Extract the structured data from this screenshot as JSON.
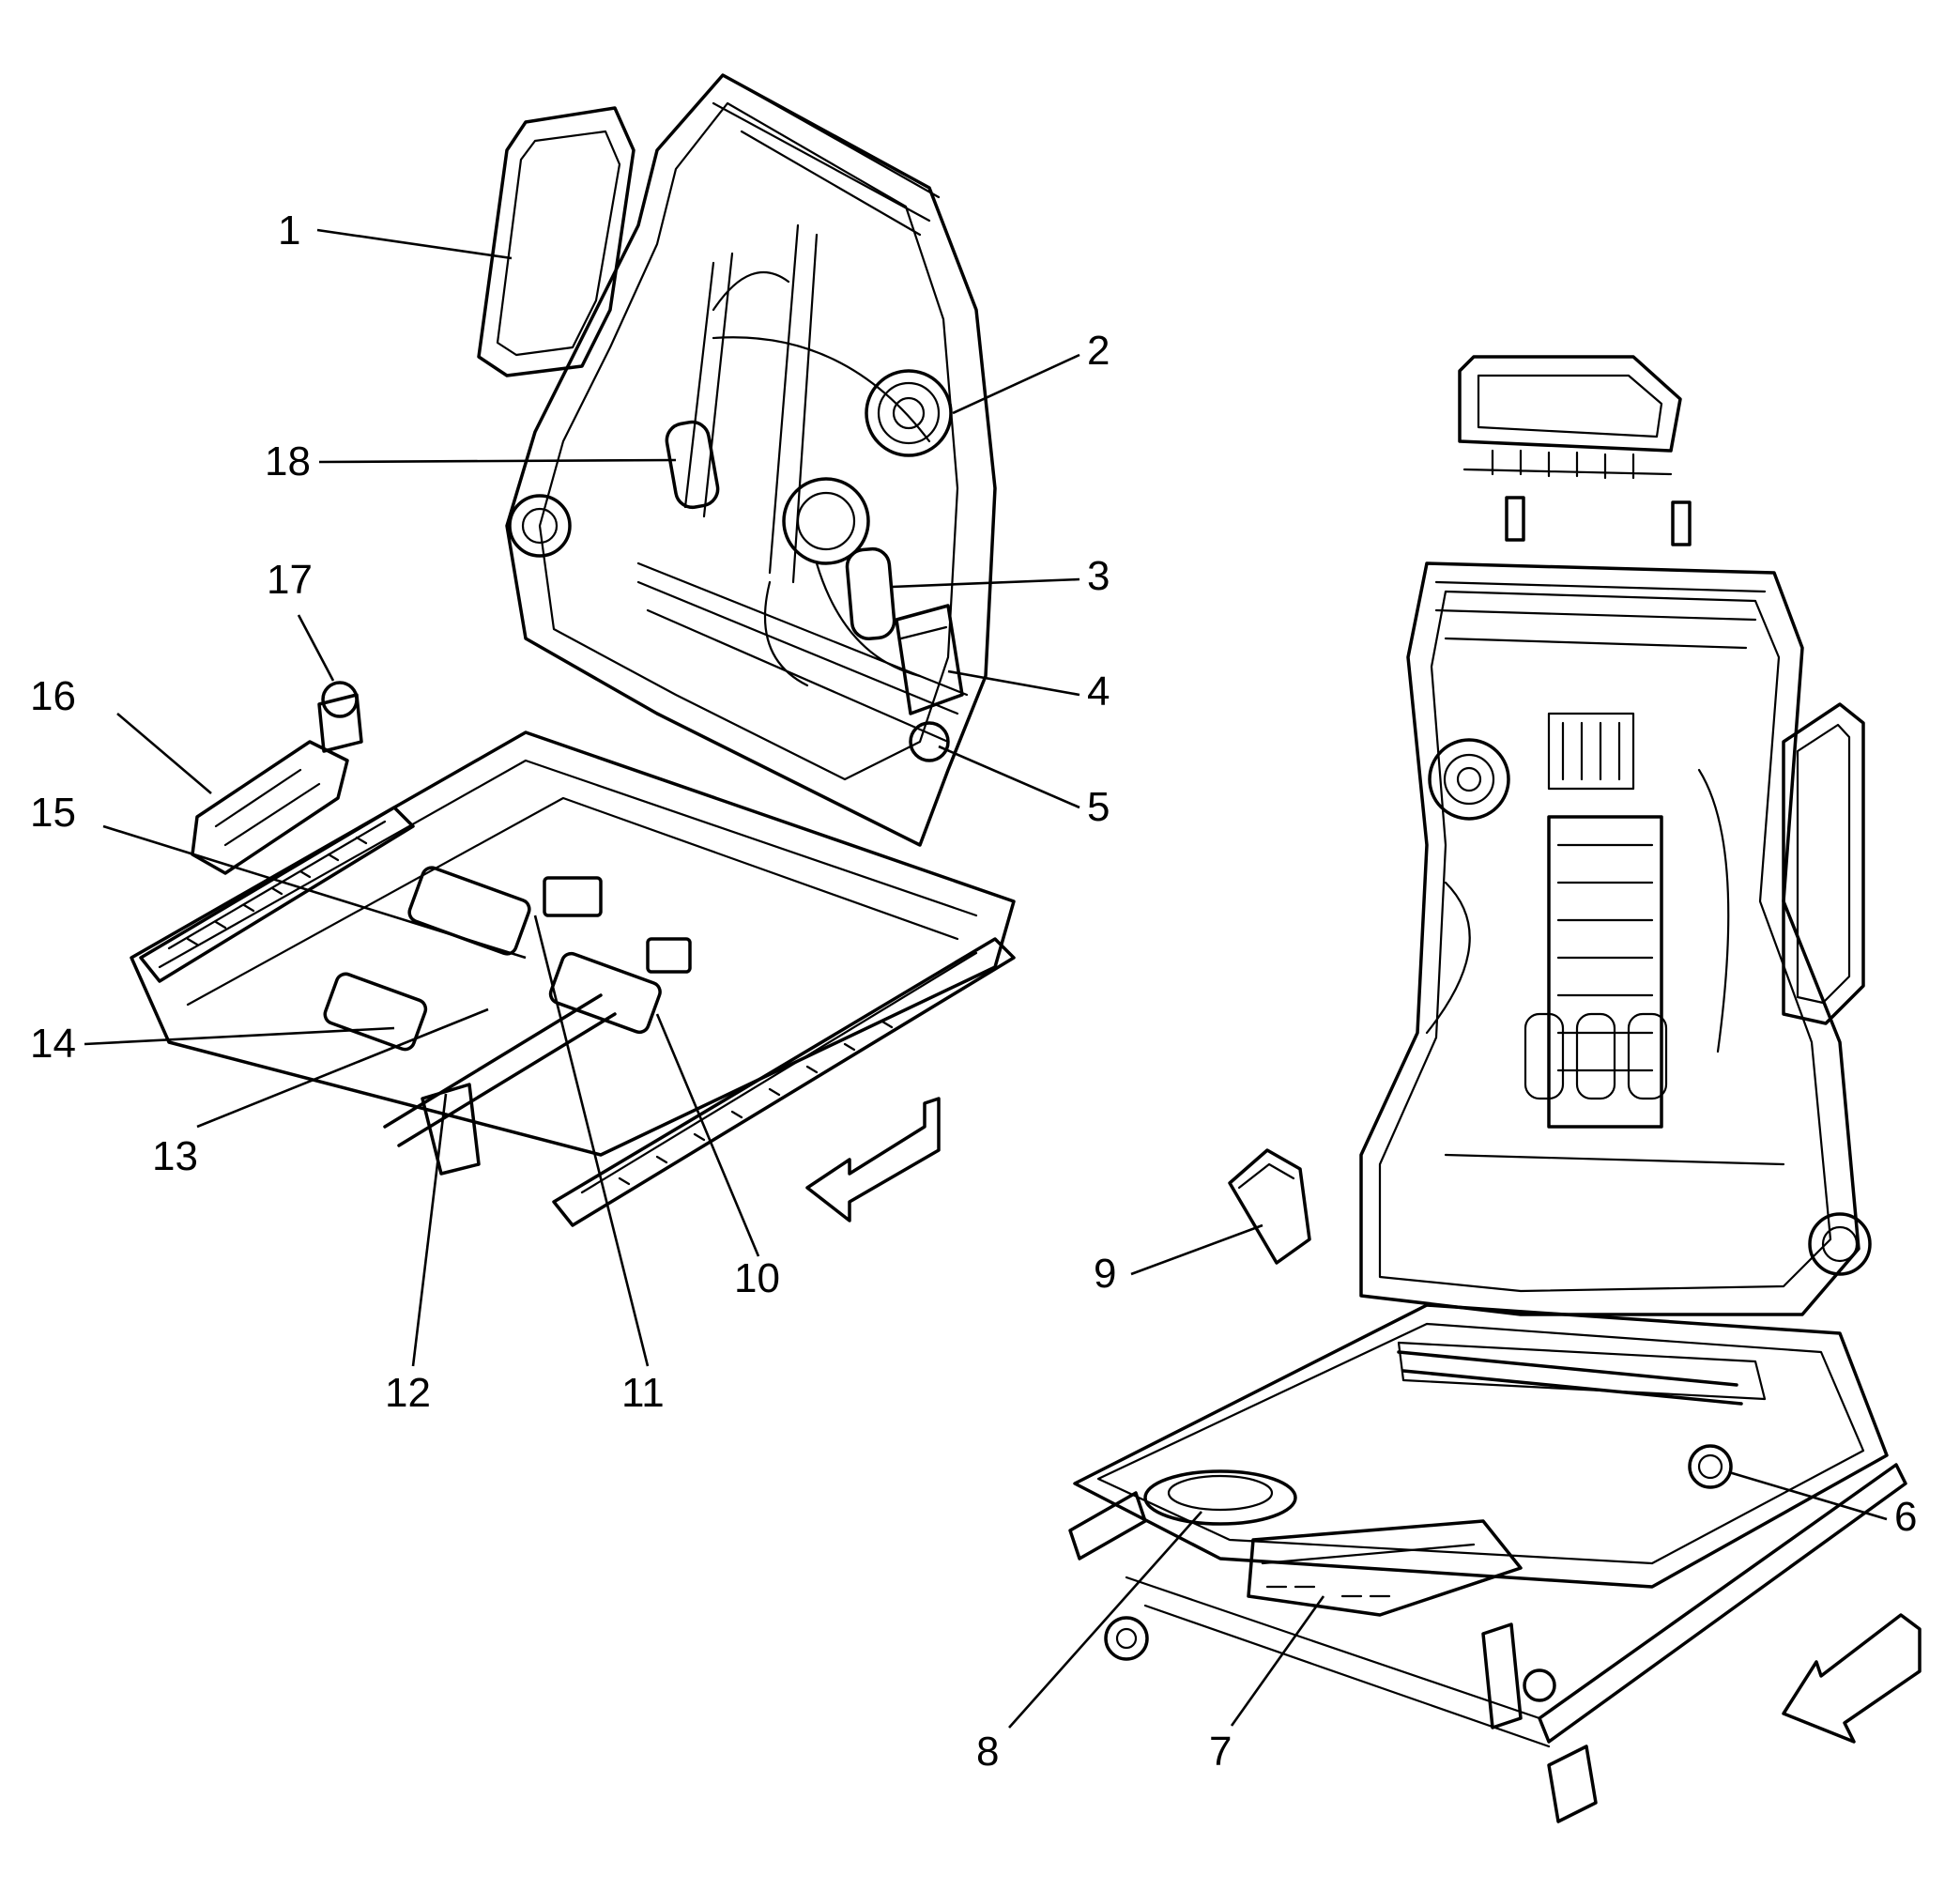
{
  "callouts": [
    {
      "id": "1",
      "label": "1"
    },
    {
      "id": "2",
      "label": "2"
    },
    {
      "id": "3",
      "label": "3"
    },
    {
      "id": "4",
      "label": "4"
    },
    {
      "id": "5",
      "label": "5"
    },
    {
      "id": "6",
      "label": "6"
    },
    {
      "id": "7",
      "label": "7"
    },
    {
      "id": "8",
      "label": "8"
    },
    {
      "id": "9",
      "label": "9"
    },
    {
      "id": "10",
      "label": "10"
    },
    {
      "id": "11",
      "label": "11"
    },
    {
      "id": "12",
      "label": "12"
    },
    {
      "id": "13",
      "label": "13"
    },
    {
      "id": "14",
      "label": "14"
    },
    {
      "id": "15",
      "label": "15"
    },
    {
      "id": "16",
      "label": "16"
    },
    {
      "id": "17",
      "label": "17"
    },
    {
      "id": "18",
      "label": "18"
    }
  ],
  "icons": {
    "left_view_direction": "front-direction-arrow-icon",
    "right_view_direction": "front-direction-arrow-icon"
  },
  "colors": {
    "line": "#000000",
    "background": "#ffffff"
  }
}
